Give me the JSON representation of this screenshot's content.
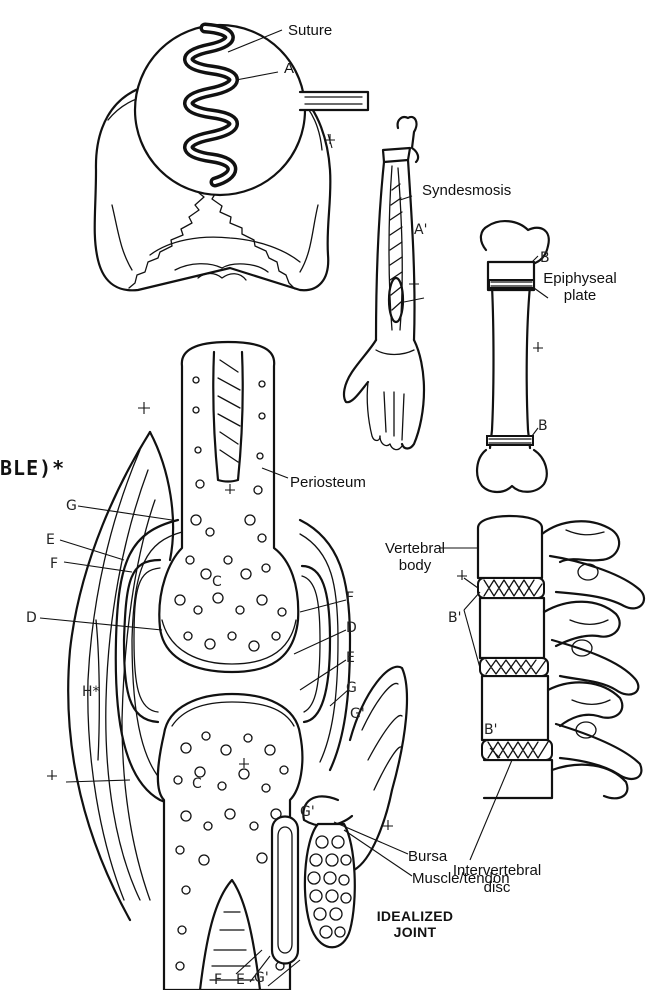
{
  "labels": {
    "suture": "Suture",
    "a": "A",
    "syndesmosis": "Syndesmosis",
    "a_prime": "A'",
    "b_top": "B",
    "epiphyseal_plate_1": "Epiphyseal",
    "epiphyseal_plate_2": "plate",
    "b_bottom": "B",
    "periosteum": "Periosteum",
    "partial_heading": "BLE)*",
    "g_left": "G",
    "e_left": "E",
    "f_left": "F",
    "c_upper": "C",
    "f_right": "F",
    "d_left": "D",
    "d_right": "D",
    "e_right": "E",
    "g_right": "G",
    "g_prime_right": "G'",
    "h_star": "H*",
    "c_lower": "C",
    "g_prime_mid": "G'",
    "bursa": "Bursa",
    "muscle_tendon": "Muscle/tendon",
    "idealized_1": "IDEALIZED",
    "idealized_2": "JOINT",
    "vertebral_body_1": "Vertebral",
    "vertebral_body_2": "body",
    "b_prime_upper": "B'",
    "b_prime_lower": "B'",
    "intervertebral_1": "Intervertebral",
    "intervertebral_2": "disc",
    "f_bottom": "F",
    "e_bottom": "E",
    "g_prime_bottom": "G'"
  },
  "colors": {
    "ink": "#111111",
    "paper": "#ffffff"
  },
  "icons": {
    "dagger_marks": "dagger-placeholder-icon"
  }
}
